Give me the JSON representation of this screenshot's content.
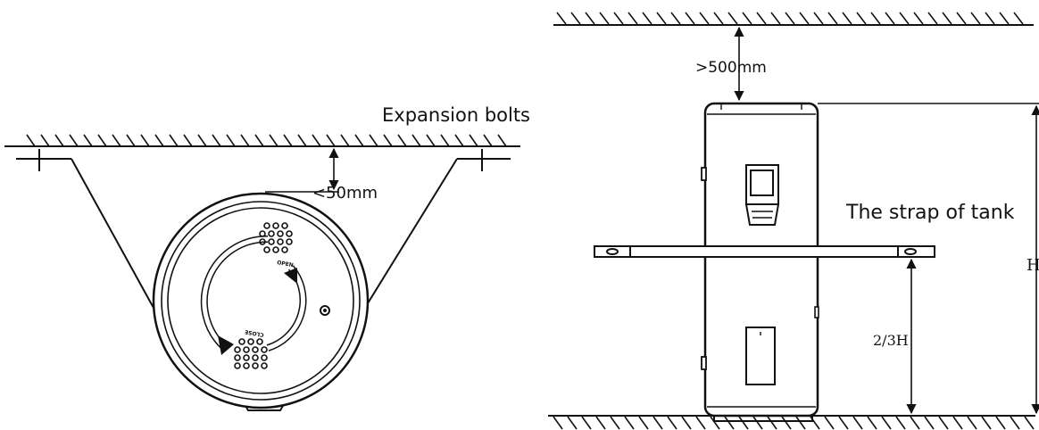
{
  "left_view": {
    "label_expansion_bolts": "Expansion bolts",
    "label_clearance": "<50mm",
    "tank_label_open": "OPEN",
    "tank_label_close": "CLOSE"
  },
  "right_view": {
    "label_top_clearance": ">500mm",
    "label_strap": "The strap of tank",
    "label_height": "H",
    "label_strap_height": "2/3H"
  },
  "colors": {
    "line": "#111111",
    "background": "#ffffff"
  }
}
